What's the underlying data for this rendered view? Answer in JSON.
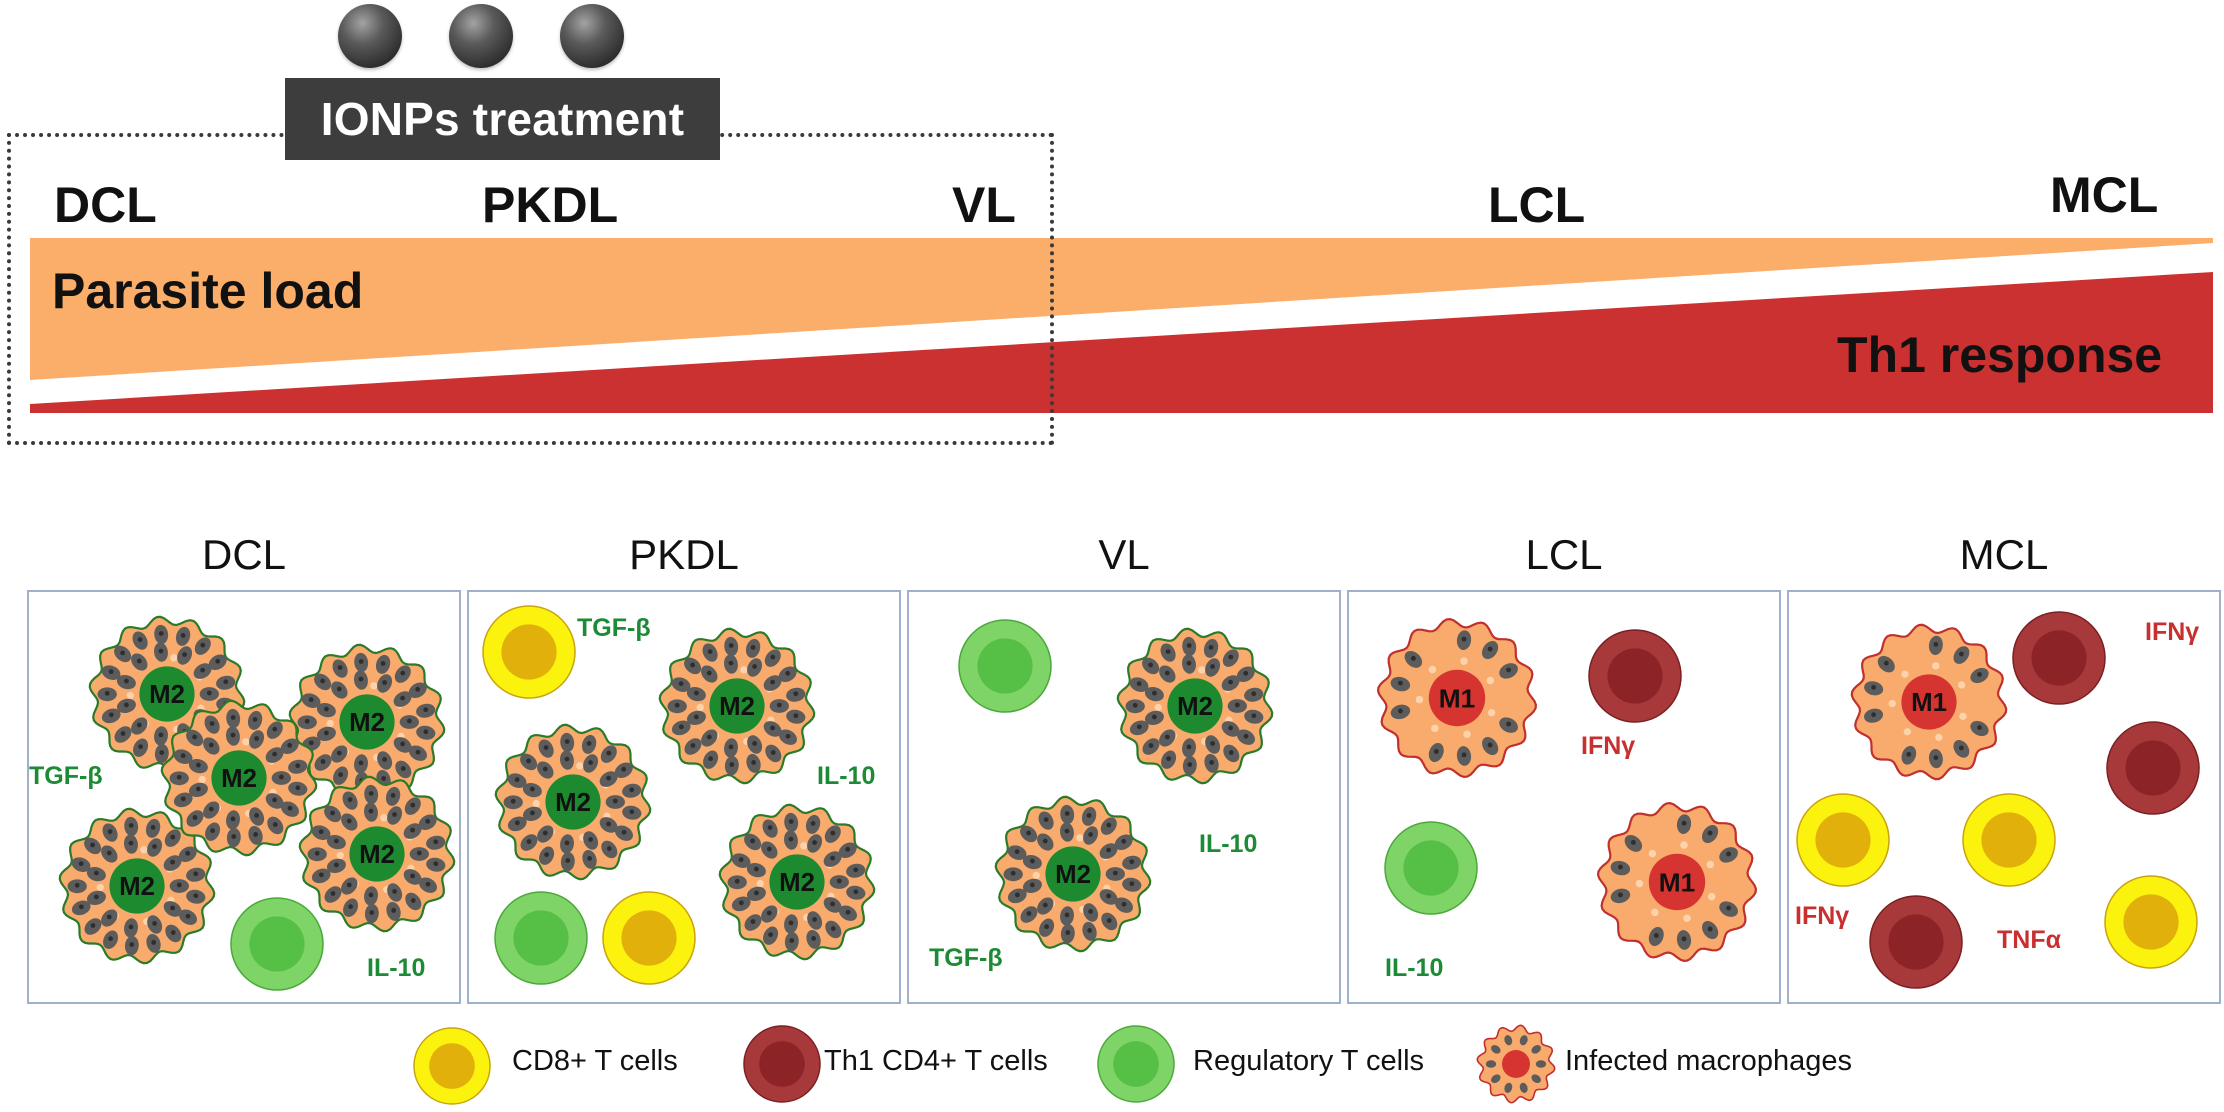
{
  "treatment": {
    "label": "IONPs treatment"
  },
  "spectrum": {
    "stages": [
      "DCL",
      "PKDL",
      "VL",
      "LCL",
      "MCL"
    ],
    "parasite_load_label": "Parasite load",
    "th1_response_label": "Th1 response"
  },
  "panels": [
    {
      "title": "DCL",
      "macrophage_type": "M2",
      "cytokines": [
        "TGF-β",
        "IL-10"
      ]
    },
    {
      "title": "PKDL",
      "macrophage_type": "M2",
      "cytokines": [
        "TGF-β",
        "IL-10"
      ]
    },
    {
      "title": "VL",
      "macrophage_type": "M2",
      "cytokines": [
        "IL-10",
        "TGF-β"
      ]
    },
    {
      "title": "LCL",
      "macrophage_type": "M1",
      "cytokines": [
        "IFNγ",
        "IL-10"
      ]
    },
    {
      "title": "MCL",
      "macrophage_type": "M1",
      "cytokines": [
        "IFNγ",
        "IFNγ",
        "TNFα"
      ]
    }
  ],
  "legend": [
    {
      "label": "CD8+ T cells"
    },
    {
      "label": "Th1 CD4+ T cells"
    },
    {
      "label": "Regulatory T cells"
    },
    {
      "label": "Infected macrophages"
    }
  ],
  "colors": {
    "parasite_load": "#fbad6a",
    "th1_response": "#cc3131",
    "cd8_outer": "#fbf20e",
    "cd8_inner": "#e2b00b",
    "th1_outer": "#a8393b",
    "th1_inner": "#8c2427",
    "treg_outer": "#7ed466",
    "treg_inner": "#56bf46",
    "macrophage_body": "#f8ab6c",
    "m2_nucleus": "#1e8a30",
    "m1_nucleus": "#d63431",
    "parasite": "#5c5c5c",
    "panel_border": "#9fb0cb"
  }
}
